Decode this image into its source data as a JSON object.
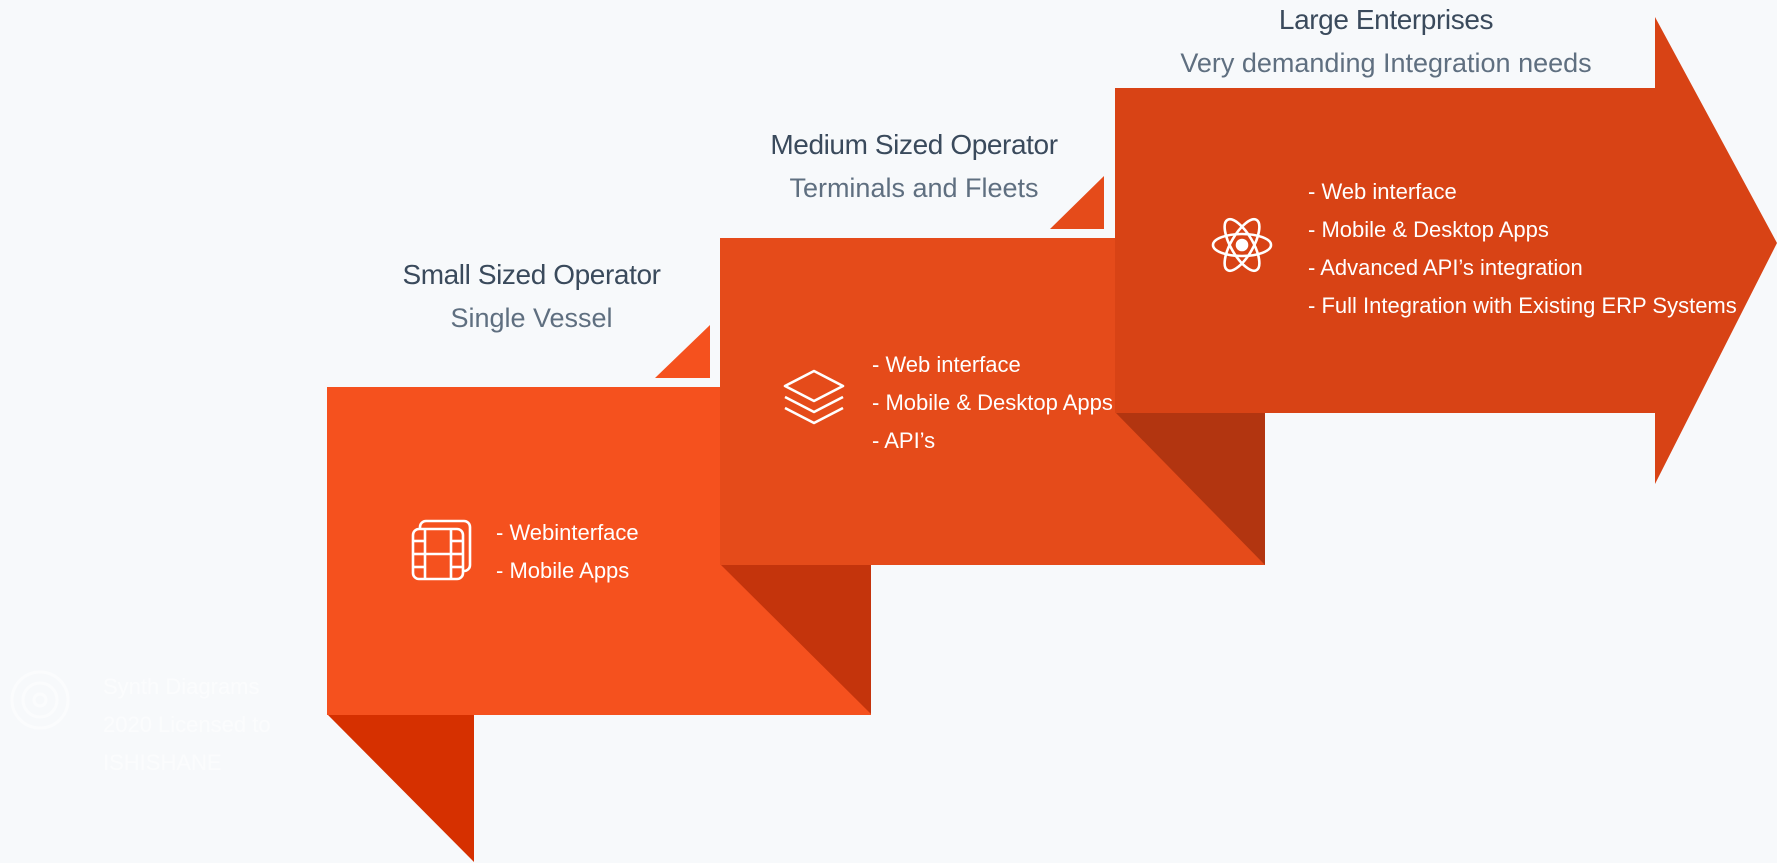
{
  "tiers": [
    {
      "title": "Small Sized Operator",
      "subtitle": "Single Vessel",
      "icon": "film-icon",
      "features": [
        "- Webinterface",
        "- Mobile Apps"
      ]
    },
    {
      "title": "Medium Sized Operator",
      "subtitle": "Terminals and Fleets",
      "icon": "layers-icon",
      "features": [
        "- Web interface",
        "- Mobile & Desktop Apps",
        "- API’s"
      ]
    },
    {
      "title": "Large Enterprises",
      "subtitle": "Very demanding Integration needs",
      "icon": "atom-icon",
      "features": [
        "- Web interface",
        "- Mobile & Desktop Apps",
        "- Advanced API’s integration",
        "- Full Integration with Existing ERP Systems"
      ]
    }
  ],
  "colors": {
    "step_small": "#f5511e",
    "step_medium": "#e54b1a",
    "step_large": "#d84315",
    "fold_small": "#d63000",
    "fold_medium": "#c4340c",
    "fold_large": "#b23510",
    "title_text": "#3a4a5c",
    "subtitle_text": "#5f6f80",
    "background": "#f7f9fb"
  },
  "watermark": {
    "icon": "target-icon",
    "lines": [
      "Synth Diagrams",
      "2020 Licensed to",
      "ISHISHANE"
    ]
  }
}
